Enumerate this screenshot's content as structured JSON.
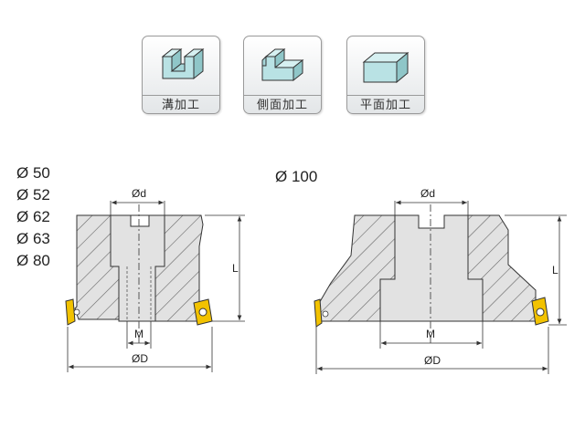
{
  "machining_types": [
    {
      "label": "溝加工",
      "icon": "groove-machining-icon"
    },
    {
      "label": "側面加工",
      "icon": "side-machining-icon"
    },
    {
      "label": "平面加工",
      "icon": "face-machining-icon"
    }
  ],
  "diameters_small": [
    "Ø 50",
    "Ø 52",
    "Ø 62",
    "Ø 63",
    "Ø 80"
  ],
  "diameter_large": "Ø 100",
  "dimensions": {
    "bore": "Ød",
    "length": "L",
    "thread": "M",
    "outer": "ØD"
  },
  "colors": {
    "icon_fill": "#b9e2e4",
    "insert": "#f2c200",
    "hatch": "#666666",
    "body_fill": "#e2e2e2"
  }
}
